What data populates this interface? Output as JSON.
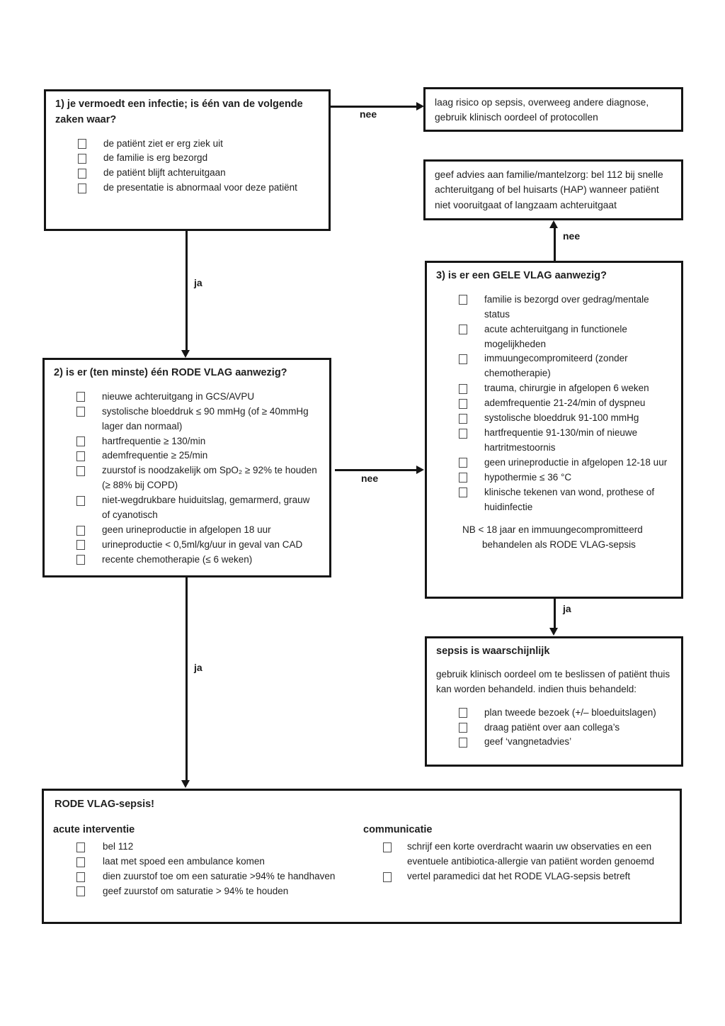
{
  "box1": {
    "title": "1) je vermoedt een infectie; is één van de volgende zaken waar?",
    "items": [
      "de patiënt ziet er erg ziek uit",
      "de familie is erg bezorgd",
      "de patiënt blijft achteruitgaan",
      "de presentatie is abnormaal voor deze patiënt"
    ]
  },
  "low_risk_box": {
    "text": "laag risico op sepsis, overweeg andere diagnose, gebruik klinisch oordeel of protocollen"
  },
  "advice_box": {
    "text": "geef advies aan familie/mantelzorg: bel 112 bij snelle achteruitgang of bel huisarts (HAP) wanneer patiënt niet vooruitgaat of langzaam achteruitgaat"
  },
  "box2": {
    "title": "2) is er (ten minste) één RODE VLAG aanwezig?",
    "items": [
      "nieuwe achteruitgang in GCS/AVPU",
      "systolische bloeddruk ≤ 90 mmHg (of ≥ 40mmHg lager dan normaal)",
      "hartfrequentie ≥ 130/min",
      "ademfrequentie ≥ 25/min",
      "zuurstof is noodzakelijk om SpO₂ ≥ 92% te houden (≥ 88% bij COPD)",
      "niet-wegdrukbare huiduitslag, gemarmerd, grauw of cyanotisch",
      "geen urineproductie in afgelopen 18 uur",
      "urineproductie < 0,5ml/kg/uur in geval van CAD",
      "recente chemotherapie (≤ 6 weken)"
    ]
  },
  "box3": {
    "title": "3) is er een GELE VLAG aanwezig?",
    "items": [
      "familie is bezorgd over gedrag/mentale status",
      "acute achteruitgang in functionele mogelijkheden",
      "immuungecompromiteerd (zonder chemotherapie)",
      "trauma, chirurgie in afgelopen 6 weken",
      "ademfrequentie 21-24/min of dyspneu",
      "systolische bloeddruk 91-100 mmHg",
      "hartfrequentie 91-130/min of nieuwe hartritmestoornis",
      "geen urineproductie in afgelopen 12-18 uur",
      "hypothermie ≤ 36 °C",
      "klinische tekenen van wond, prothese of huidinfectie"
    ],
    "note_line1": "NB < 18 jaar en immuungecompromitteerd",
    "note_line2": "behandelen als RODE VLAG-sepsis"
  },
  "sepsis_box": {
    "title": "sepsis is waarschijnlijk",
    "body": "gebruik klinisch oordeel om te beslissen of patiënt thuis kan worden behandeld. indien thuis behandeld:",
    "items": [
      "plan tweede bezoek (+/– bloeduitslagen)",
      "draag patiënt over aan collega’s",
      "geef ‘vangnetadvies’"
    ]
  },
  "redflag_box": {
    "title": "RODE VLAG-sepsis!",
    "col1": {
      "heading": "acute interventie",
      "items": [
        "bel 112",
        "laat met spoed een ambulance komen",
        "dien zuurstof toe om een saturatie >94% te handhaven",
        "geef zuurstof om saturatie > 94% te houden"
      ]
    },
    "col2": {
      "heading": "communicatie",
      "items": [
        "schrijf een korte overdracht waarin uw observaties en een eventuele antibiotica-allergie van patiënt worden genoemd",
        "vertel paramedici dat het RODE VLAG-sepsis betreft"
      ]
    }
  },
  "arrows": {
    "box1_no": "nee",
    "box1_yes": "ja",
    "box2_no": "nee",
    "box3_no": "nee",
    "box3_yes": "ja",
    "box2_yes": "ja"
  }
}
